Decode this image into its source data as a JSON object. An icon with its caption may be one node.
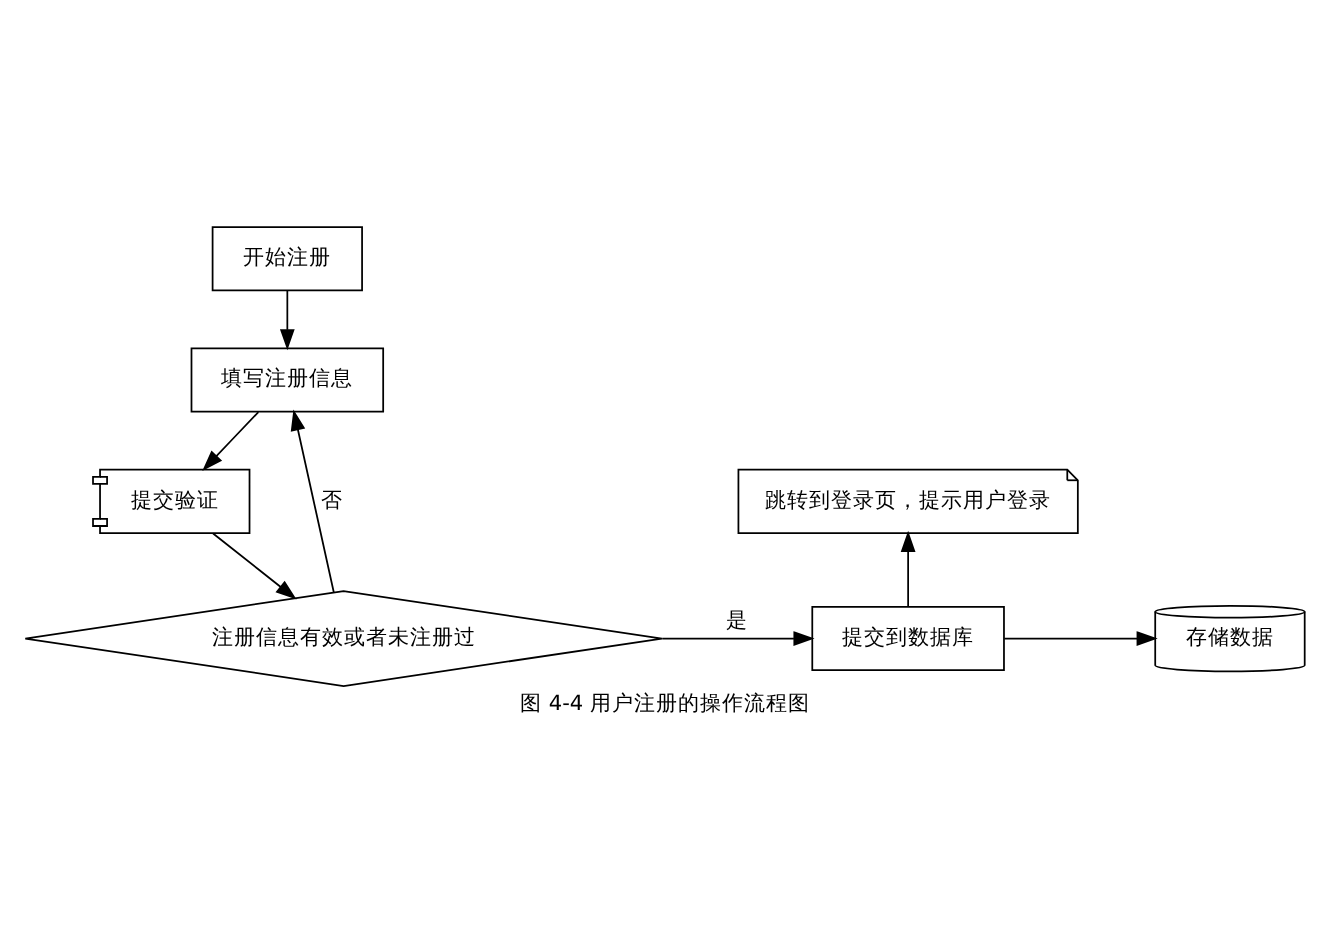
{
  "diagram": {
    "caption": "图 4-4 用户注册的操作流程图",
    "nodes": [
      {
        "text": [
          "开始注册"
        ]
      },
      {
        "text": [
          "填写注册信息"
        ]
      },
      {
        "text": [
          "提交验证"
        ]
      },
      {
        "text": [
          "注册信息有效或者未注册过"
        ]
      },
      {
        "text": [
          "提交到数据库"
        ]
      },
      {
        "text": [
          "跳转到登录页，提示用户登录"
        ]
      },
      {
        "text": [
          "存储数据"
        ]
      }
    ],
    "edges": [
      {
        "from": 0,
        "to": 1,
        "arrow": "to"
      },
      {
        "from": 1,
        "to": 2,
        "arrow": "to"
      },
      {
        "from": 2,
        "to": 3,
        "arrow": "to"
      },
      {
        "from": 3,
        "to": 1,
        "arrow": "to",
        "label": "否"
      },
      {
        "from": 3,
        "to": 4,
        "arrow": "to",
        "label": "是"
      },
      {
        "from": 4,
        "to": 5,
        "arrow": "to"
      },
      {
        "from": 4,
        "to": 6,
        "arrow": "to"
      }
    ]
  }
}
